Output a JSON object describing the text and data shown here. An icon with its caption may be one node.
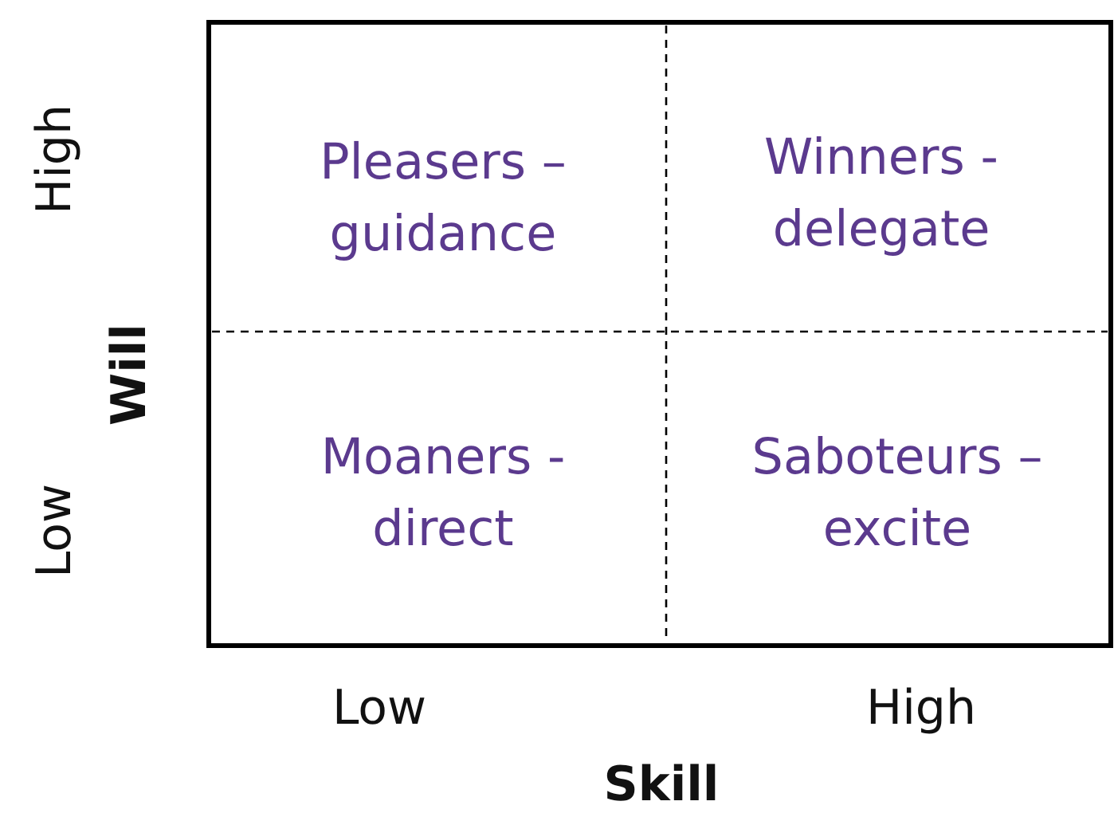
{
  "diagram": {
    "labels": [
      "High",
      "Will",
      "Low",
      "Pleasers – guidance",
      "Winners - delegate",
      "Moaners - direct",
      "Saboteurs – excite",
      "Low",
      "High",
      "Skill"
    ]
  }
}
